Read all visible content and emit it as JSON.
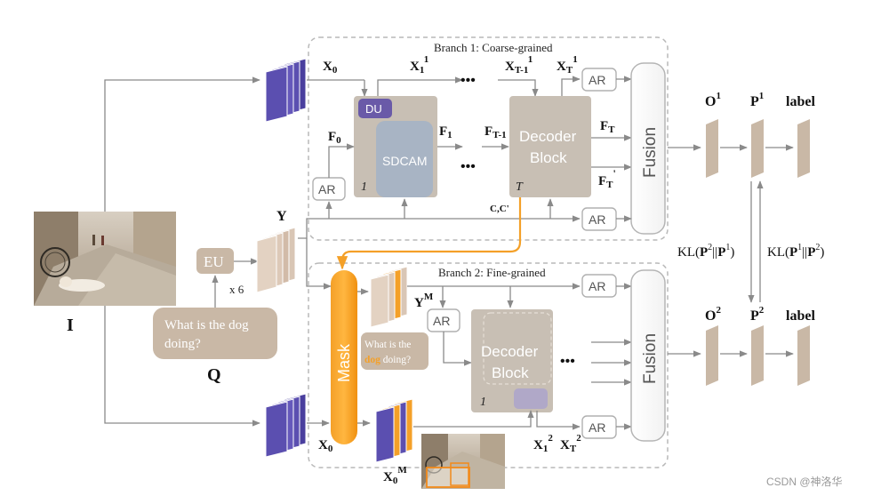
{
  "labels": {
    "branch1": "Branch 1: Coarse-grained",
    "branch2": "Branch 2: Fine-grained",
    "x0_top": "X",
    "x0_top_sub": "0",
    "x1_top": "X",
    "x1_top_sub": "1",
    "x1_top_sup": "1",
    "xt1_top": "X",
    "xt1_top_sub": "T-1",
    "xt1_top_sup": "1",
    "xt_top": "X",
    "xt_top_sub": "T",
    "xt_top_sup": "1",
    "dots": "•••",
    "f0": "F",
    "f0_sub": "0",
    "f1": "F",
    "f1_sub": "1",
    "ft1": "F",
    "ft1_sub": "T-1",
    "ft": "F",
    "ft_sub": "T",
    "ftp": "F",
    "ftp_sub": "T",
    "ftp_sup": "'",
    "du": "DU",
    "sdcam": "SDCAM",
    "one": "1",
    "t_italic": "T",
    "decoder_block": [
      "Decoder",
      "Block"
    ],
    "fusion": "Fusion",
    "ar": "AR",
    "cc": "C,C'",
    "y": "Y",
    "eu": "EU",
    "x6": "x 6",
    "i": "I",
    "question": [
      "What is the dog",
      "doing?"
    ],
    "q": "Q",
    "mask": "Mask",
    "ym": "Y",
    "ym_sup": "M",
    "masked_q": [
      "What is the",
      "doing?"
    ],
    "masked_q_word": "dog",
    "x0_bot": "X",
    "x0_bot_sub": "0",
    "x0m": "X",
    "x0m_sub": "0",
    "x0m_sup": "M",
    "x12": "X",
    "x12_sub": "1",
    "x12_sup": "2",
    "xt2": "X",
    "xt2_sub": "T",
    "xt2_sup": "2",
    "o1": "O",
    "o1_sup": "1",
    "p1": "P",
    "p1_sup": "1",
    "label": "label",
    "o2": "O",
    "o2_sup": "2",
    "p2": "P",
    "p2_sup": "2",
    "kl_left": [
      "KL(",
      "P",
      "2",
      "||",
      "P",
      "1",
      ")"
    ],
    "kl_right": [
      "KL(",
      "P",
      "1",
      "||",
      "P",
      "2",
      ")"
    ],
    "watermark": "CSDN @神洛华"
  },
  "colors": {
    "purple": "#5b4fb0",
    "orange": "#f4a028",
    "beige": "#c9b8a6",
    "decoder": "#c8bfb4",
    "sdcam": "#a8b4c4",
    "du": "#6a5aa8",
    "arrow": "#8a8a8a",
    "dashed": "#b9b9b9"
  }
}
